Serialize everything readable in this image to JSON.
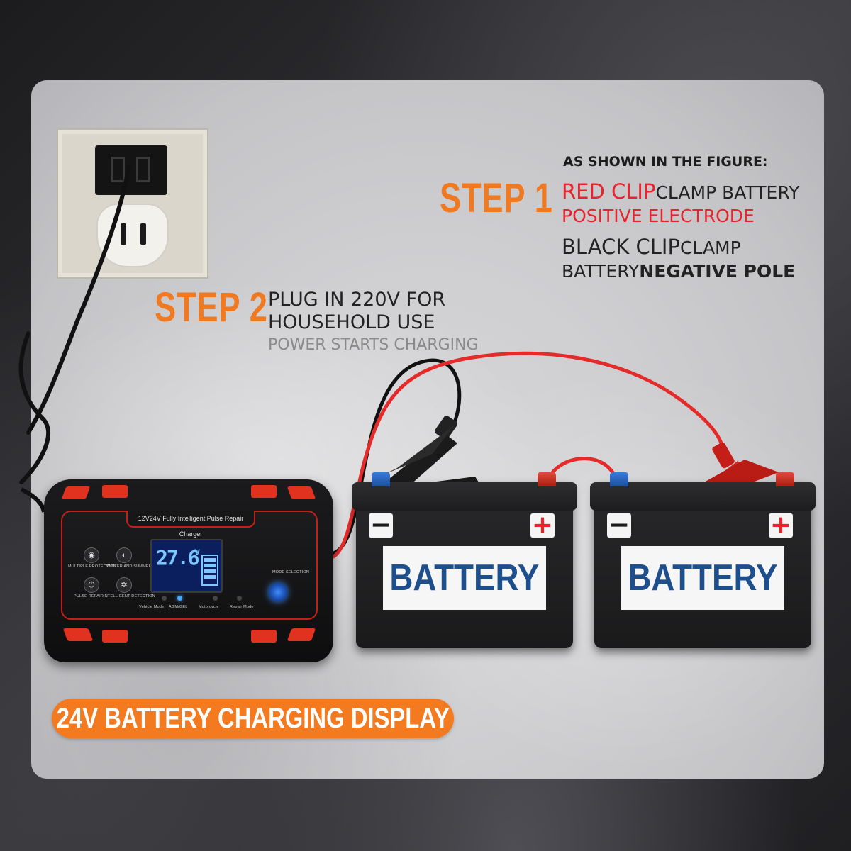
{
  "step1": {
    "label": "STEP 1",
    "intro": "AS SHOWN IN THE FIGURE:",
    "red_clip": "RED CLIP",
    "red_clip_rest": "CLAMP BATTERY",
    "red_clip_line2": "POSITIVE ELECTRODE",
    "black_clip": "BLACK CLIP",
    "black_clip_rest": "CLAMP",
    "black_line2_a": "BATTERY",
    "black_line2_b": "NEGATIVE POLE"
  },
  "step2": {
    "label": "STEP 2",
    "line1": "PLUG IN 220V FOR",
    "line2": "HOUSEHOLD USE",
    "line3": "POWER STARTS CHARGING"
  },
  "charger": {
    "title": "12V24V Fully Intelligent Pulse Repair Charger",
    "display_value": "27.6",
    "display_unit": "V",
    "buttons": [
      "MULTIPLE PROTECTION",
      "WINTER AND SUMMER",
      "PULSE REPAIR",
      "INTELLIGENT DETECTION"
    ],
    "mode_selection": "MODE SELECTION",
    "modes": [
      "Vehicle Mode",
      "AGM/GEL",
      "Motorcycle",
      "Repair Mode"
    ]
  },
  "batteries": [
    {
      "label": "BATTERY",
      "negative": "−",
      "positive": "+"
    },
    {
      "label": "BATTERY",
      "negative": "−",
      "positive": "+"
    }
  ],
  "banner": "24V BATTERY CHARGING DISPLAY",
  "colors": {
    "step_orange": "#f07a22",
    "clip_red": "#e8232b",
    "battery_blue": "#1d4f8c",
    "banner_orange": "#f47a1f",
    "wire_red": "#e52a2a",
    "wire_black": "#111111"
  }
}
